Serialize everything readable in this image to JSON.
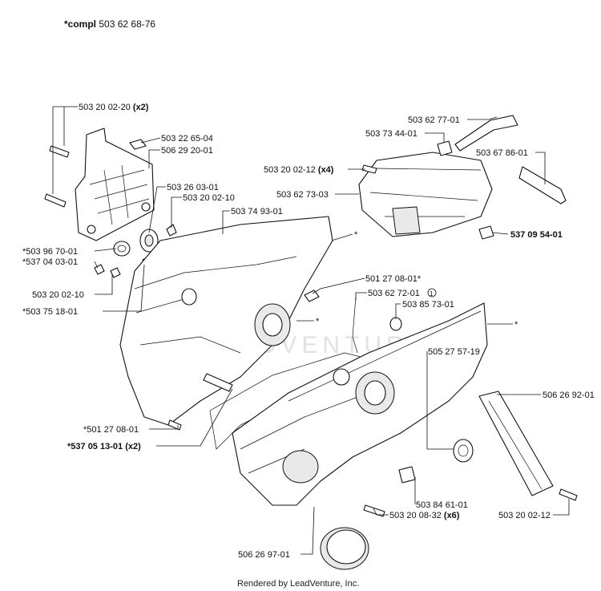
{
  "header": {
    "compl_prefix": "*compl",
    "compl_number": "503 62 68-76"
  },
  "footer": {
    "text": "Rendered by LeadVenture, Inc."
  },
  "watermark": "LEADVENTURE",
  "labels": [
    {
      "id": "p1",
      "text": "503 20 02-20",
      "qty": "(x2)"
    },
    {
      "id": "p2",
      "text": "503 22 65-04"
    },
    {
      "id": "p3",
      "text": "506 29 20-01"
    },
    {
      "id": "p4",
      "text": "503 26 03-01"
    },
    {
      "id": "p5",
      "text": "503 20 02-10"
    },
    {
      "id": "p6",
      "text": "503 74 93-01"
    },
    {
      "id": "p7",
      "text": "*503 96 70-01"
    },
    {
      "id": "p8",
      "text": "*537 04 03-01"
    },
    {
      "id": "p9",
      "text": "503 20 02-10"
    },
    {
      "id": "p10",
      "text": "*503 75 18-01"
    },
    {
      "id": "p11",
      "text": "503 62 77-01"
    },
    {
      "id": "p12",
      "text": "503 73 44-01"
    },
    {
      "id": "p13",
      "text": "503 67 86-01"
    },
    {
      "id": "p14",
      "text": "503 20 02-12",
      "qty": "(x4)"
    },
    {
      "id": "p15",
      "text": "503 62 73-03"
    },
    {
      "id": "p16",
      "text": "537 09 54-01",
      "bold": true
    },
    {
      "id": "p17",
      "text": "501 27 08-01*"
    },
    {
      "id": "p18",
      "text": "503 62 72-01",
      "note": "1"
    },
    {
      "id": "p19",
      "text": "503 85 73-01"
    },
    {
      "id": "p20",
      "text": "505 27 57-19"
    },
    {
      "id": "p21",
      "text": "506 26 92-01"
    },
    {
      "id": "p22",
      "text": "*501 27 08-01"
    },
    {
      "id": "p23",
      "text": "*537 05 13-01",
      "qty": "(x2)",
      "bold": true
    },
    {
      "id": "p24",
      "text": "503 84 61-01"
    },
    {
      "id": "p25",
      "text": "503 20 08-32",
      "qty": "(x6)"
    },
    {
      "id": "p26",
      "text": "503 20 02-12"
    },
    {
      "id": "p27",
      "text": "506 26 97-01"
    }
  ],
  "asterisks": [
    "*",
    "*",
    "*"
  ]
}
